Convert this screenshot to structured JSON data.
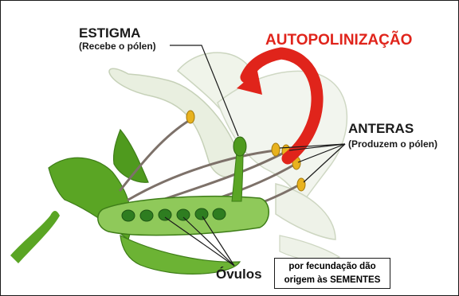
{
  "stigma": {
    "title": "ESTIGMA",
    "subtitle": "(Recebe o pólen)"
  },
  "self_pollination": {
    "label": "AUTOPOLINIZAÇÃO"
  },
  "anthers": {
    "title": "ANTERAS",
    "subtitle": "(Produzem o pólen)"
  },
  "ovules": {
    "label": "Óvulos"
  },
  "note": {
    "line1": "por fecundação dão",
    "line2": "origem às SEMENTES"
  },
  "colors": {
    "arrow": "#e0241b",
    "petal": "#eef3e6",
    "green": "#4d9a1f",
    "ovule": "#2e7d20",
    "anther": "#e8b21e"
  }
}
